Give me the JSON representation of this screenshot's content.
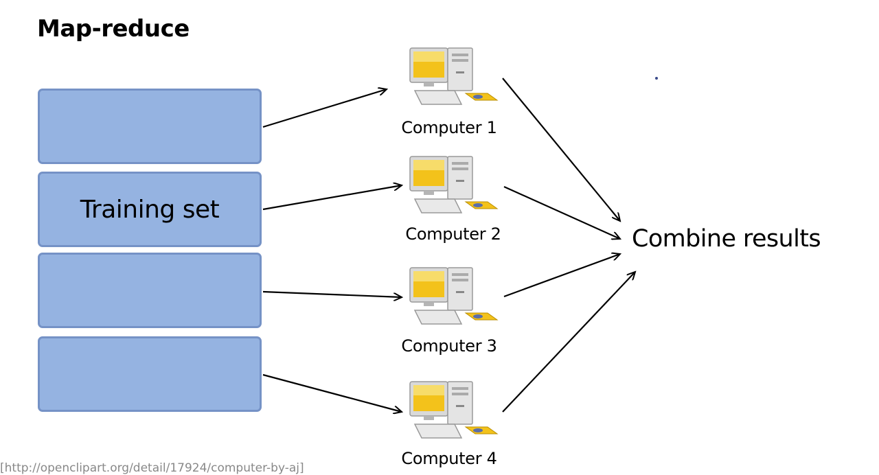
{
  "slide": {
    "title": "Map-reduce",
    "training_set_label": "Training set",
    "combine_label": "Combine results",
    "source_credit": "[http://openclipart.org/detail/17924/computer-by-aj]",
    "computers": [
      {
        "label": "Computer 1",
        "icon": "computer-icon"
      },
      {
        "label": "Computer 2",
        "icon": "computer-icon"
      },
      {
        "label": "Computer 3",
        "icon": "computer-icon"
      },
      {
        "label": "Computer 4",
        "icon": "computer-icon"
      }
    ],
    "colors": {
      "block_fill": "#95b3e1",
      "block_border": "#7592c6",
      "monitor_screen": "#f3c21b"
    }
  }
}
